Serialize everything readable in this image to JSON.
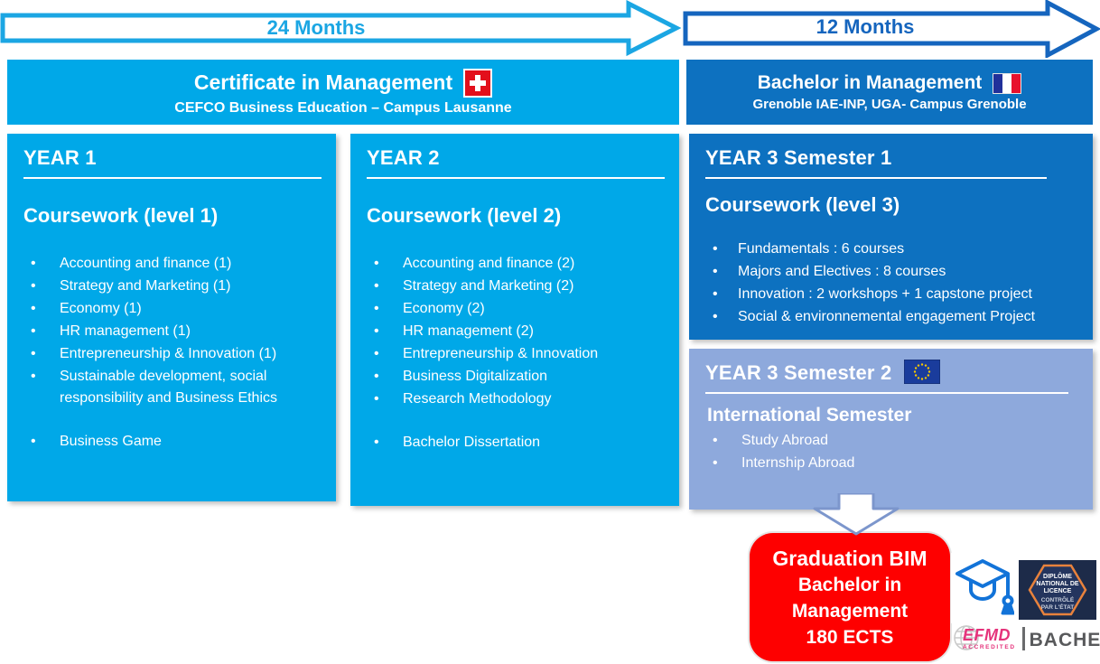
{
  "timeline": {
    "left_arrow_label": "24 Months",
    "right_arrow_label": "12 Months"
  },
  "program_left": {
    "title": "Certificate in Management",
    "subtitle": "CEFCO Business Education – Campus Lausanne",
    "flag": "swiss-flag"
  },
  "program_right": {
    "title": "Bachelor in Management",
    "subtitle": "Grenoble IAE-INP, UGA- Campus Grenoble",
    "flag": "french-flag"
  },
  "year1": {
    "heading": "YEAR 1",
    "section": "Coursework (level 1)",
    "courses": [
      "Accounting and finance (1)",
      "Strategy and Marketing (1)",
      "Economy (1)",
      "HR management (1)",
      "Entrepreneurship & Innovation (1)",
      "Sustainable development, social responsibility and Business Ethics"
    ],
    "extra": "Business Game"
  },
  "year2": {
    "heading": "YEAR 2",
    "section": "Coursework (level 2)",
    "courses": [
      "Accounting and finance (2)",
      "Strategy and Marketing (2)",
      "Economy (2)",
      "HR management (2)",
      "Entrepreneurship & Innovation",
      "Business Digitalization",
      "Research Methodology"
    ],
    "extra": "Bachelor Dissertation"
  },
  "year3s1": {
    "heading": "YEAR 3 Semester 1",
    "section": "Coursework (level 3)",
    "courses": [
      "Fundamentals : 6 courses",
      "Majors and Electives : 8 courses",
      "Innovation : 2 workshops + 1 capstone project",
      "Social & environnemental engagement  Project"
    ]
  },
  "year3s2": {
    "heading": "YEAR 3 Semester 2",
    "section": "International Semester",
    "flag": "eu-flag",
    "courses": [
      "Study Abroad",
      "Internship Abroad"
    ]
  },
  "graduation": {
    "line1": "Graduation BIM",
    "line2": "Bachelor in Management",
    "line3": "180 ECTS"
  },
  "diplome_badge": {
    "line1": "DIPLÔME",
    "line2": "NATIONAL DE",
    "line3": "LICENCE",
    "line4": "CONTRÔLÉ",
    "line5": "PAR L'ÉTAT"
  },
  "efmd": {
    "brand": "EFMD",
    "accredited": "ACCREDITED",
    "program": "BACHELOR"
  },
  "icons": {
    "graduation_cap": "graduation-cap-icon",
    "down_arrow": "down-arrow-icon"
  },
  "colors": {
    "light_blue": "#00A8E8",
    "dark_blue": "#0D71C0",
    "arrow_light_blue": "#1BA6E3",
    "arrow_dark_blue": "#1565BE",
    "periwinkle": "#8EA9DC",
    "graduation_red": "#FE0000",
    "efmd_pink": "#E5337B",
    "badge_navy": "#1D2B49",
    "badge_orange": "#E8823C"
  }
}
